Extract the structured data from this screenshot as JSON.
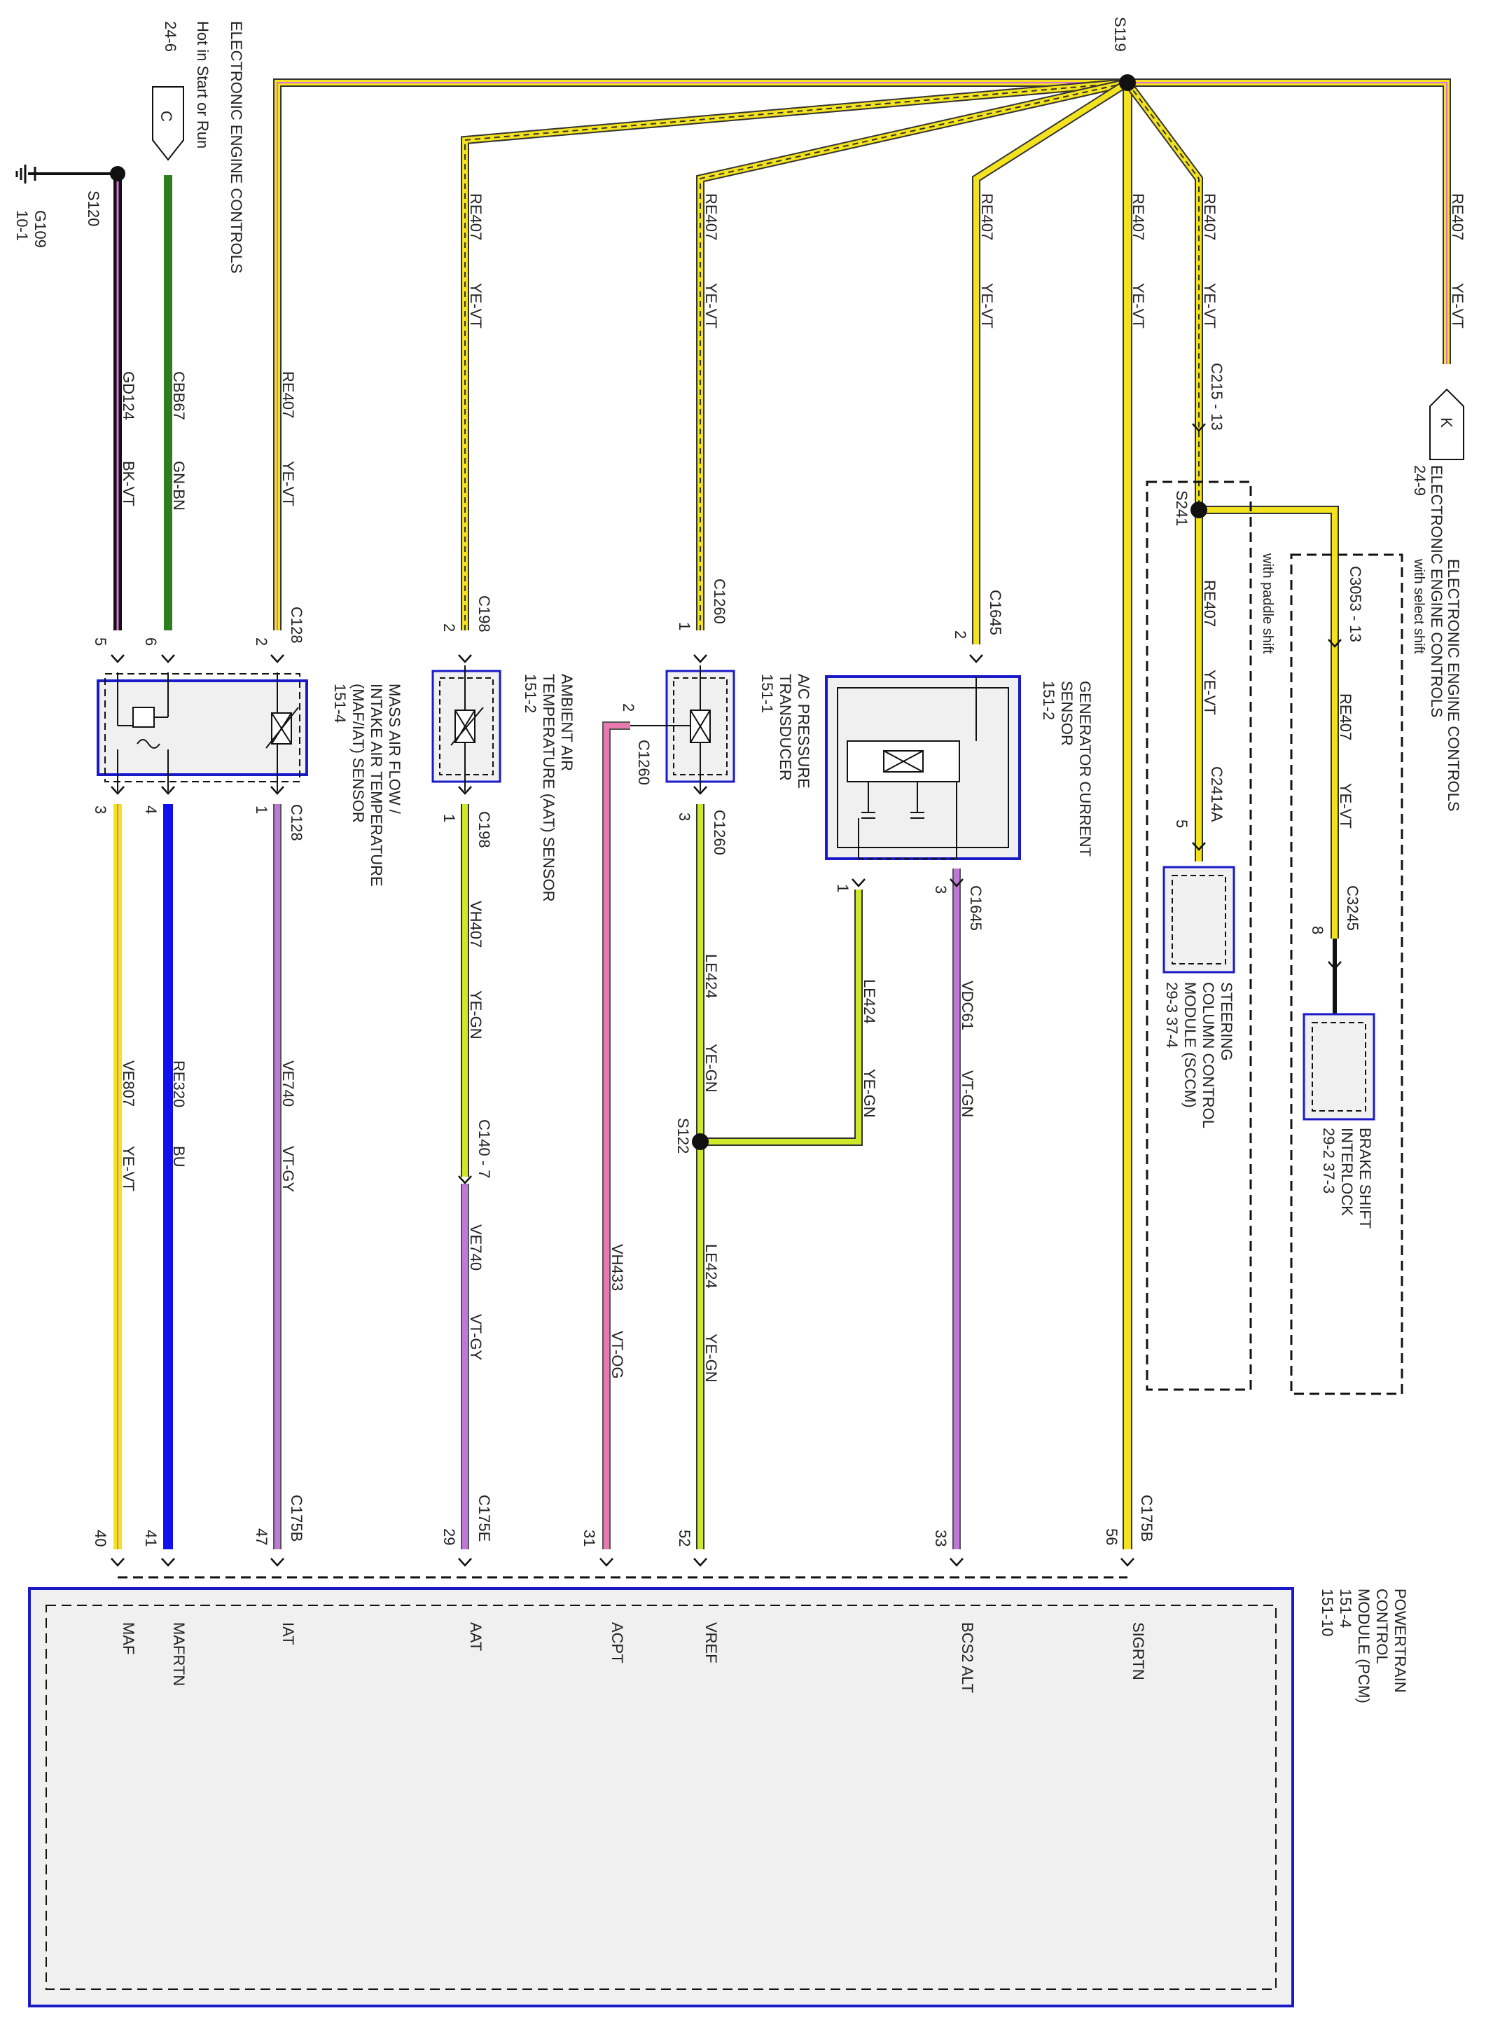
{
  "top_texts": {
    "eec_title": "ELECTRONIC ENGINE CONTROLS",
    "eec_hot": "Hot in Start or Run",
    "ref_24_6": "24-6",
    "conn_c": "C",
    "s119": "S119",
    "s120": "S120",
    "g109": "G109",
    "ref_10_1": "10-1",
    "conn_k": "K",
    "eec_k_title": "ELECTRONIC ENGINE CONTROLS",
    "ref_24_9": "24-9"
  },
  "wires": [
    {
      "circuit": "GD124",
      "color": "BK-VT"
    },
    {
      "circuit": "CBB67",
      "color": "GN-BN"
    },
    {
      "circuit": "RE407",
      "color": "YE-VT"
    },
    {
      "circuit": "RE407",
      "color": "YE-VT"
    },
    {
      "circuit": "RE407",
      "color": "YE-VT"
    },
    {
      "circuit": "RE407",
      "color": "YE-VT"
    },
    {
      "circuit": "RE407",
      "color": "YE-VT"
    },
    {
      "circuit": "RE407",
      "color": "YE-VT"
    },
    {
      "circuit": "RE407",
      "color": "YE-VT"
    },
    {
      "circuit": "RE407",
      "color": "YE-VT"
    },
    {
      "circuit": "RE407",
      "color": "YE-VT"
    },
    {
      "circuit": "VE807",
      "color": "YE-VT"
    },
    {
      "circuit": "RE320",
      "color": "BU"
    },
    {
      "circuit": "VE740",
      "color": "VT-GY"
    },
    {
      "circuit": "VH407",
      "color": "YE-GN"
    },
    {
      "circuit": "VE740",
      "color": "VT-GY"
    },
    {
      "circuit": "VH433",
      "color": "VT-OG"
    },
    {
      "circuit": "LE424",
      "color": "YE-GN"
    },
    {
      "circuit": "LE424",
      "color": "YE-GN"
    },
    {
      "circuit": "LE424",
      "color": "YE-GN"
    },
    {
      "circuit": "VDC61",
      "color": "VT-GN"
    }
  ],
  "connectors": [
    {
      "name": "C128",
      "pin": "2"
    },
    {
      "name": "C128",
      "pin": "1"
    },
    {
      "name": "C198",
      "pin": "2"
    },
    {
      "name": "C198",
      "pin": "1"
    },
    {
      "name": "C1260",
      "pin": "1"
    },
    {
      "name": "C1260",
      "pin": "2"
    },
    {
      "name": "C1260",
      "pin": "3"
    },
    {
      "name": "C1645",
      "pin": "2"
    },
    {
      "name": "C1645",
      "pin": "3"
    },
    {
      "name": "C215 - 13",
      "pin": ""
    },
    {
      "name": "C2414A",
      "pin": "5"
    },
    {
      "name": "C3053 - 13",
      "pin": ""
    },
    {
      "name": "C3245",
      "pin": "8"
    },
    {
      "name": "C140 - 7",
      "pin": ""
    },
    {
      "name": "C175B",
      "pin": "47"
    },
    {
      "name": "C175E",
      "pin": "29"
    },
    {
      "name": "C175B",
      "pin": "56"
    }
  ],
  "maf_pins": [
    "5",
    "6",
    "3",
    "4"
  ],
  "plain_pins": {
    "p_gen_1": "1",
    "p_acpt_31": "31",
    "p_vref_52": "52",
    "p_bcs_33": "33",
    "p_maf_40": "40",
    "p_mafrtn_41": "41"
  },
  "splices": {
    "s241": "S241",
    "s122": "S122"
  },
  "components": {
    "maf": {
      "lines": [
        "MASS AIR FLOW /",
        "INTAKE AIR TEMPERATURE",
        "(MAF/IAT) SENSOR",
        "151-4"
      ]
    },
    "aat": {
      "lines": [
        "AMBIENT AIR",
        "TEMPERATURE (AAT) SENSOR",
        "151-2"
      ]
    },
    "acpt": {
      "lines": [
        "A/C PRESSURE",
        "TRANSDUCER",
        "151-1"
      ]
    },
    "gen": {
      "lines": [
        "GENERATOR CURRENT",
        "SENSOR",
        "151-2"
      ]
    },
    "sccm": {
      "lines": [
        "STEERING",
        "COLUMN CONTROL",
        "MODULE (SCCM)",
        "29-3    37-4"
      ]
    },
    "bsi": {
      "lines": [
        "BRAKE SHIFT",
        "INTERLOCK",
        "29-2    37-3"
      ]
    },
    "pcm": {
      "lines": [
        "POWERTRAIN",
        "CONTROL",
        "MODULE (PCM)",
        "151-4",
        "151-10"
      ]
    },
    "paddle_note": "with paddle shift",
    "select_title": "ELECTRONIC ENGINE CONTROLS",
    "select_note": "with select shift"
  },
  "pcm_pins": [
    "MAF",
    "MAFRTN",
    "IAT",
    "AAT",
    "ACPT",
    "VREF",
    "BCS2 ALT",
    "SIGRTN"
  ],
  "colors": {
    "wire_yellow": "#f3e21e",
    "wire_violet_stripe": "#e070e0",
    "wire_green": "#2e7d1e",
    "wire_blue": "#1010ee",
    "wire_violet": "#c078d8",
    "wire_pink": "#e87ab0",
    "wire_yellow_green": "#cfe82a",
    "box_blue": "#1a1ac8",
    "box_fill": "#f0f0f0"
  }
}
